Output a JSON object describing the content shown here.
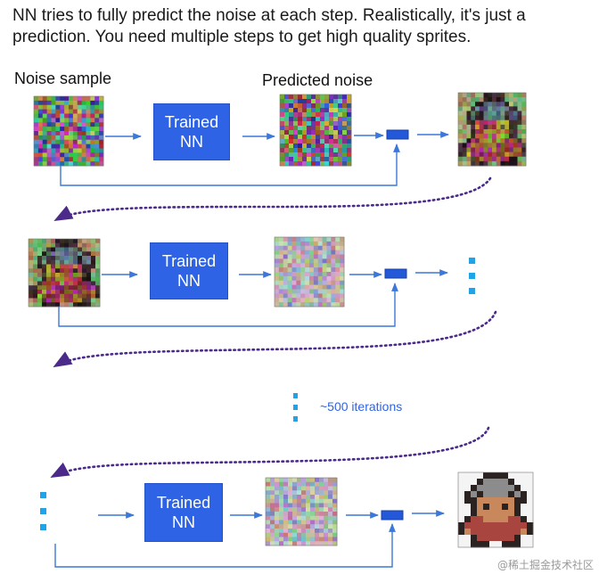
{
  "caption": "NN tries to fully predict the noise at each step. Realistically, it's just a prediction. You need multiple steps to get high quality sprites.",
  "labels": {
    "noise_sample": "Noise sample",
    "predicted_noise": "Predicted noise"
  },
  "nn_label": "Trained\nNN",
  "iterations_note": "~500 iterations",
  "watermark": "@稀土掘金技术社区",
  "colors": {
    "nn_box": "#2f63e6",
    "arrow": "#3b78d9",
    "subtract_box": "#2358d9",
    "dots": "#21a3e8",
    "loop_arrow": "#4b2a8a"
  },
  "rows": [
    {
      "input": "noise-sample",
      "predicted": "predicted-noise",
      "output": "partially-denoised-sprite"
    },
    {
      "input": "partially-denoised-sprite",
      "predicted": "predicted-noise-faint",
      "output": "ellipsis"
    },
    {
      "input": "ellipsis",
      "predicted": "predicted-noise-faint",
      "output": "final-sprite"
    }
  ]
}
